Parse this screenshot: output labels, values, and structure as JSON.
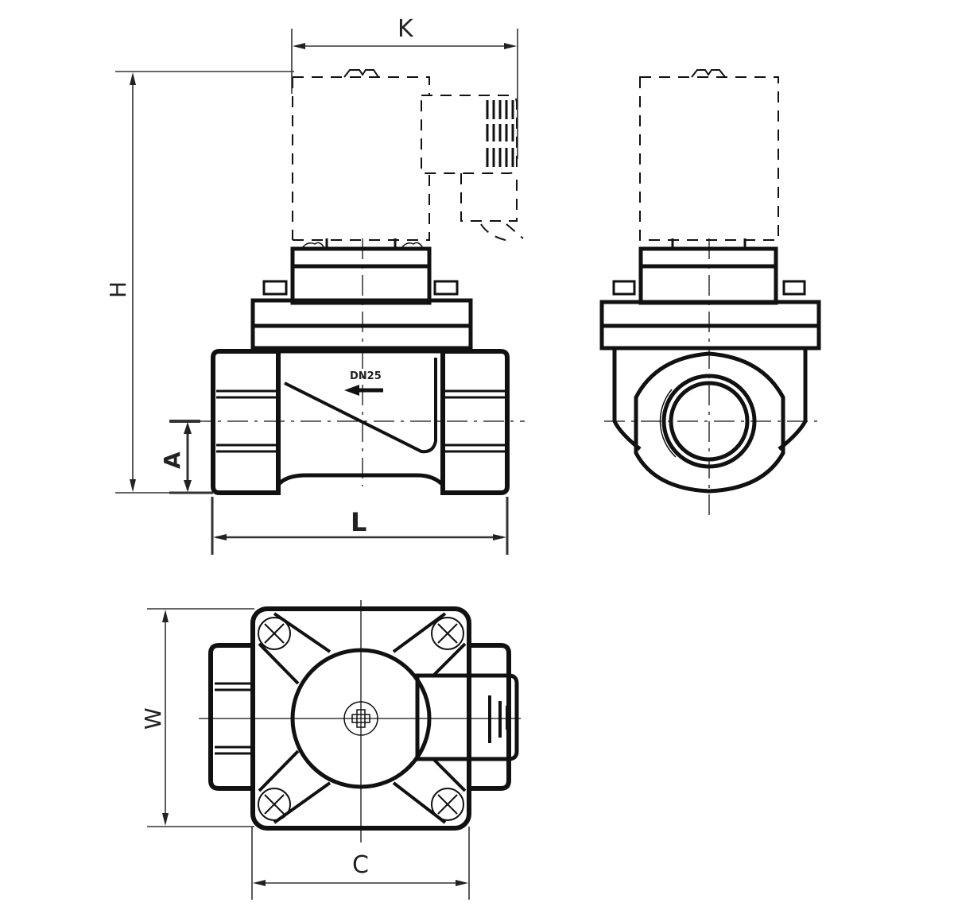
{
  "drawing": {
    "title": "Solenoid valve dimension drawing",
    "line_color": "#111111",
    "dim_color": "#333333",
    "background": "#ffffff"
  },
  "dimensions": {
    "K": "K",
    "H": "H",
    "A": "A",
    "L": "L",
    "W": "W",
    "C": "C"
  },
  "front_view": {
    "size_label": "DN25",
    "flow_arrow": "arrow-left-icon"
  },
  "side_view": {},
  "top_view": {
    "coil_connector_symbol": "ground-icon",
    "center_marker": "connector-pin-icon"
  }
}
